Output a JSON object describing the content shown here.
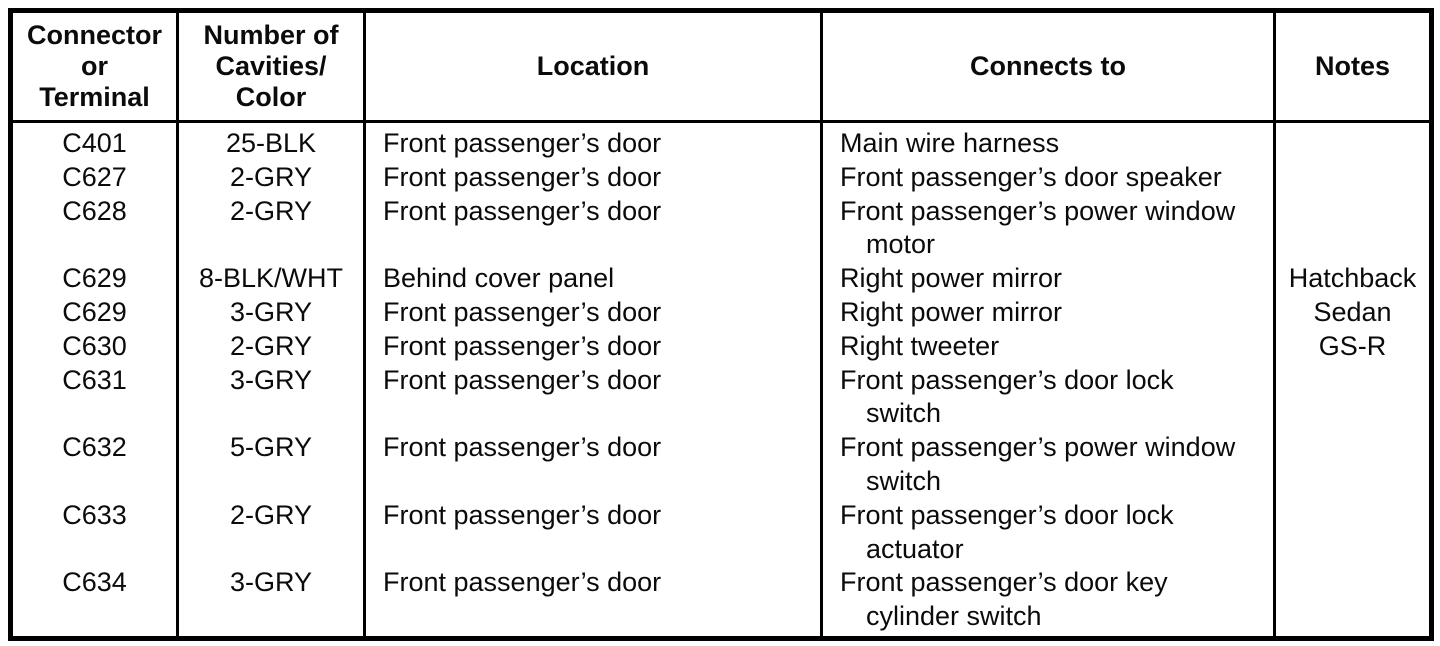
{
  "table": {
    "headers": [
      {
        "id": "connector",
        "label": "Connector\nor\nTerminal"
      },
      {
        "id": "cavities",
        "label": "Number of\nCavities/\nColor"
      },
      {
        "id": "location",
        "label": "Location"
      },
      {
        "id": "connects_to",
        "label": "Connects to"
      },
      {
        "id": "notes",
        "label": "Notes"
      }
    ],
    "rows": [
      {
        "connector": "C401",
        "cavities": "25-BLK",
        "location": "Front passenger’s door",
        "connects_to": [
          "Main wire harness"
        ]
      },
      {
        "connector": "C627",
        "cavities": "2-GRY",
        "location": "Front passenger’s door",
        "connects_to": [
          "Front passenger’s door speaker"
        ]
      },
      {
        "connector": "C628",
        "cavities": "2-GRY",
        "location": "Front passenger’s door",
        "connects_to": [
          "Front passenger’s power window",
          "motor"
        ]
      },
      {
        "connector": "C629",
        "cavities": "8-BLK/WHT",
        "location": "Behind cover panel",
        "connects_to": [
          "Right power mirror"
        ],
        "note": "Hatchback"
      },
      {
        "connector": "C629",
        "cavities": "3-GRY",
        "location": "Front passenger’s door",
        "connects_to": [
          "Right power mirror"
        ],
        "note": "Sedan"
      },
      {
        "connector": "C630",
        "cavities": "2-GRY",
        "location": "Front passenger’s door",
        "connects_to": [
          "Right tweeter"
        ],
        "note": "GS-R"
      },
      {
        "connector": "C631",
        "cavities": "3-GRY",
        "location": "Front passenger’s door",
        "connects_to": [
          "Front passenger’s door lock",
          "switch"
        ]
      },
      {
        "connector": "C632",
        "cavities": "5-GRY",
        "location": "Front passenger’s door",
        "connects_to": [
          "Front passenger’s power window",
          "switch"
        ]
      },
      {
        "connector": "C633",
        "cavities": "2-GRY",
        "location": "Front passenger’s door",
        "connects_to": [
          "Front passenger’s door lock",
          "actuator"
        ]
      },
      {
        "connector": "C634",
        "cavities": "3-GRY",
        "location": "Front passenger’s door",
        "connects_to": [
          "Front passenger’s door key",
          "cylinder switch"
        ]
      }
    ]
  },
  "colors": {
    "ink": "#0b0b0b",
    "paper": "#ffffff"
  }
}
